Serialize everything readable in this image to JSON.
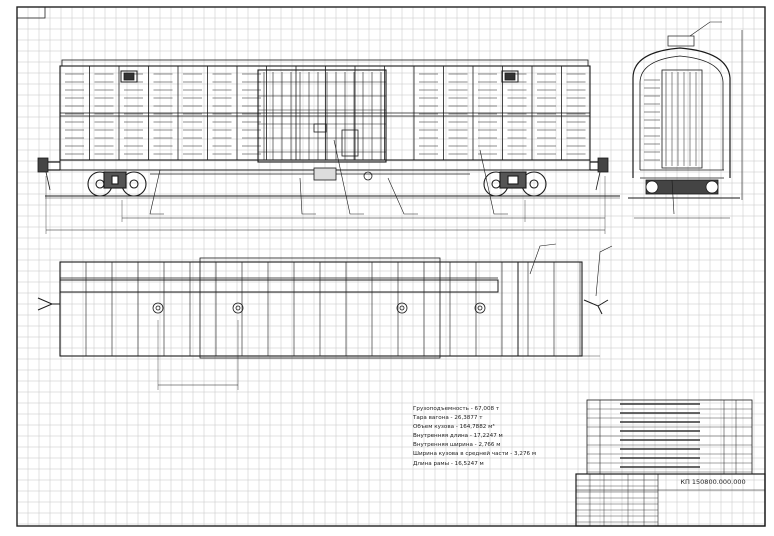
{
  "drawing": {
    "title_block_code": "КП 150800.000.000",
    "specs": [
      "Грузоподъемность - 67,008 т",
      "Тара вагона - 26,3877 т",
      "Объем кузова - 164,7882 м³",
      "Внутренняя длина - 17,2247 м",
      "Внутренняя ширина - 2,766 м",
      "Ширина кузова в средней части - 3,276 м",
      "Длина рамы - 16,5247 м"
    ],
    "colors": {
      "paper": "#ffffff",
      "grid": "#c4c4c4",
      "line": "#1a1a1a"
    }
  }
}
